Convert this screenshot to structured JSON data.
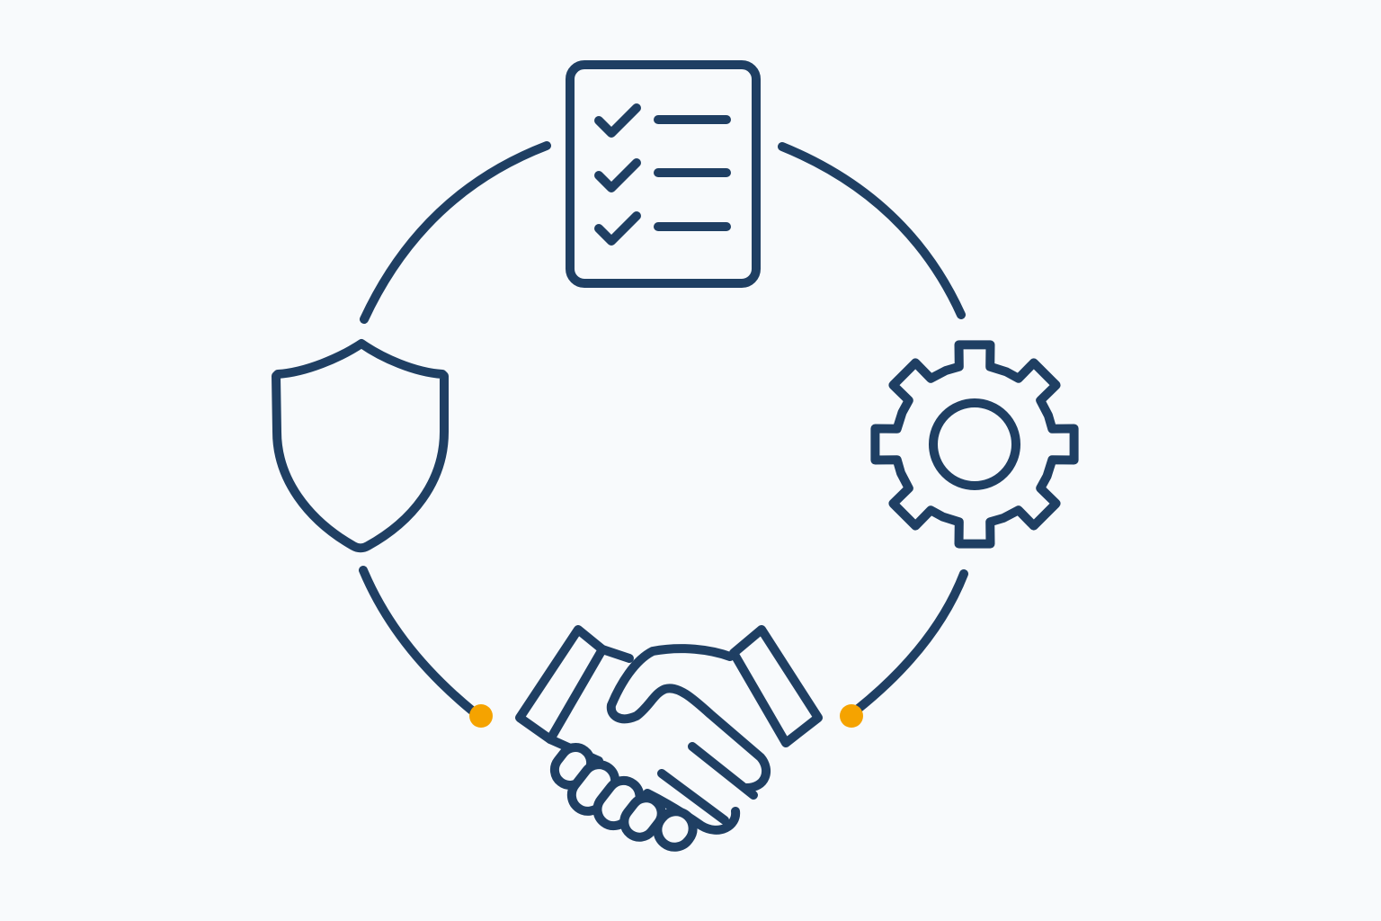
{
  "colors": {
    "background": "#f8fafc",
    "stroke": "#1f3f63",
    "accent": "#f5a300"
  },
  "cycle": {
    "nodes": [
      {
        "icon": "checklist-icon",
        "position": "top"
      },
      {
        "icon": "gear-icon",
        "position": "right"
      },
      {
        "icon": "handshake-icon",
        "position": "bottom"
      },
      {
        "icon": "shield-icon",
        "position": "left"
      }
    ],
    "connector_dots": 2
  }
}
